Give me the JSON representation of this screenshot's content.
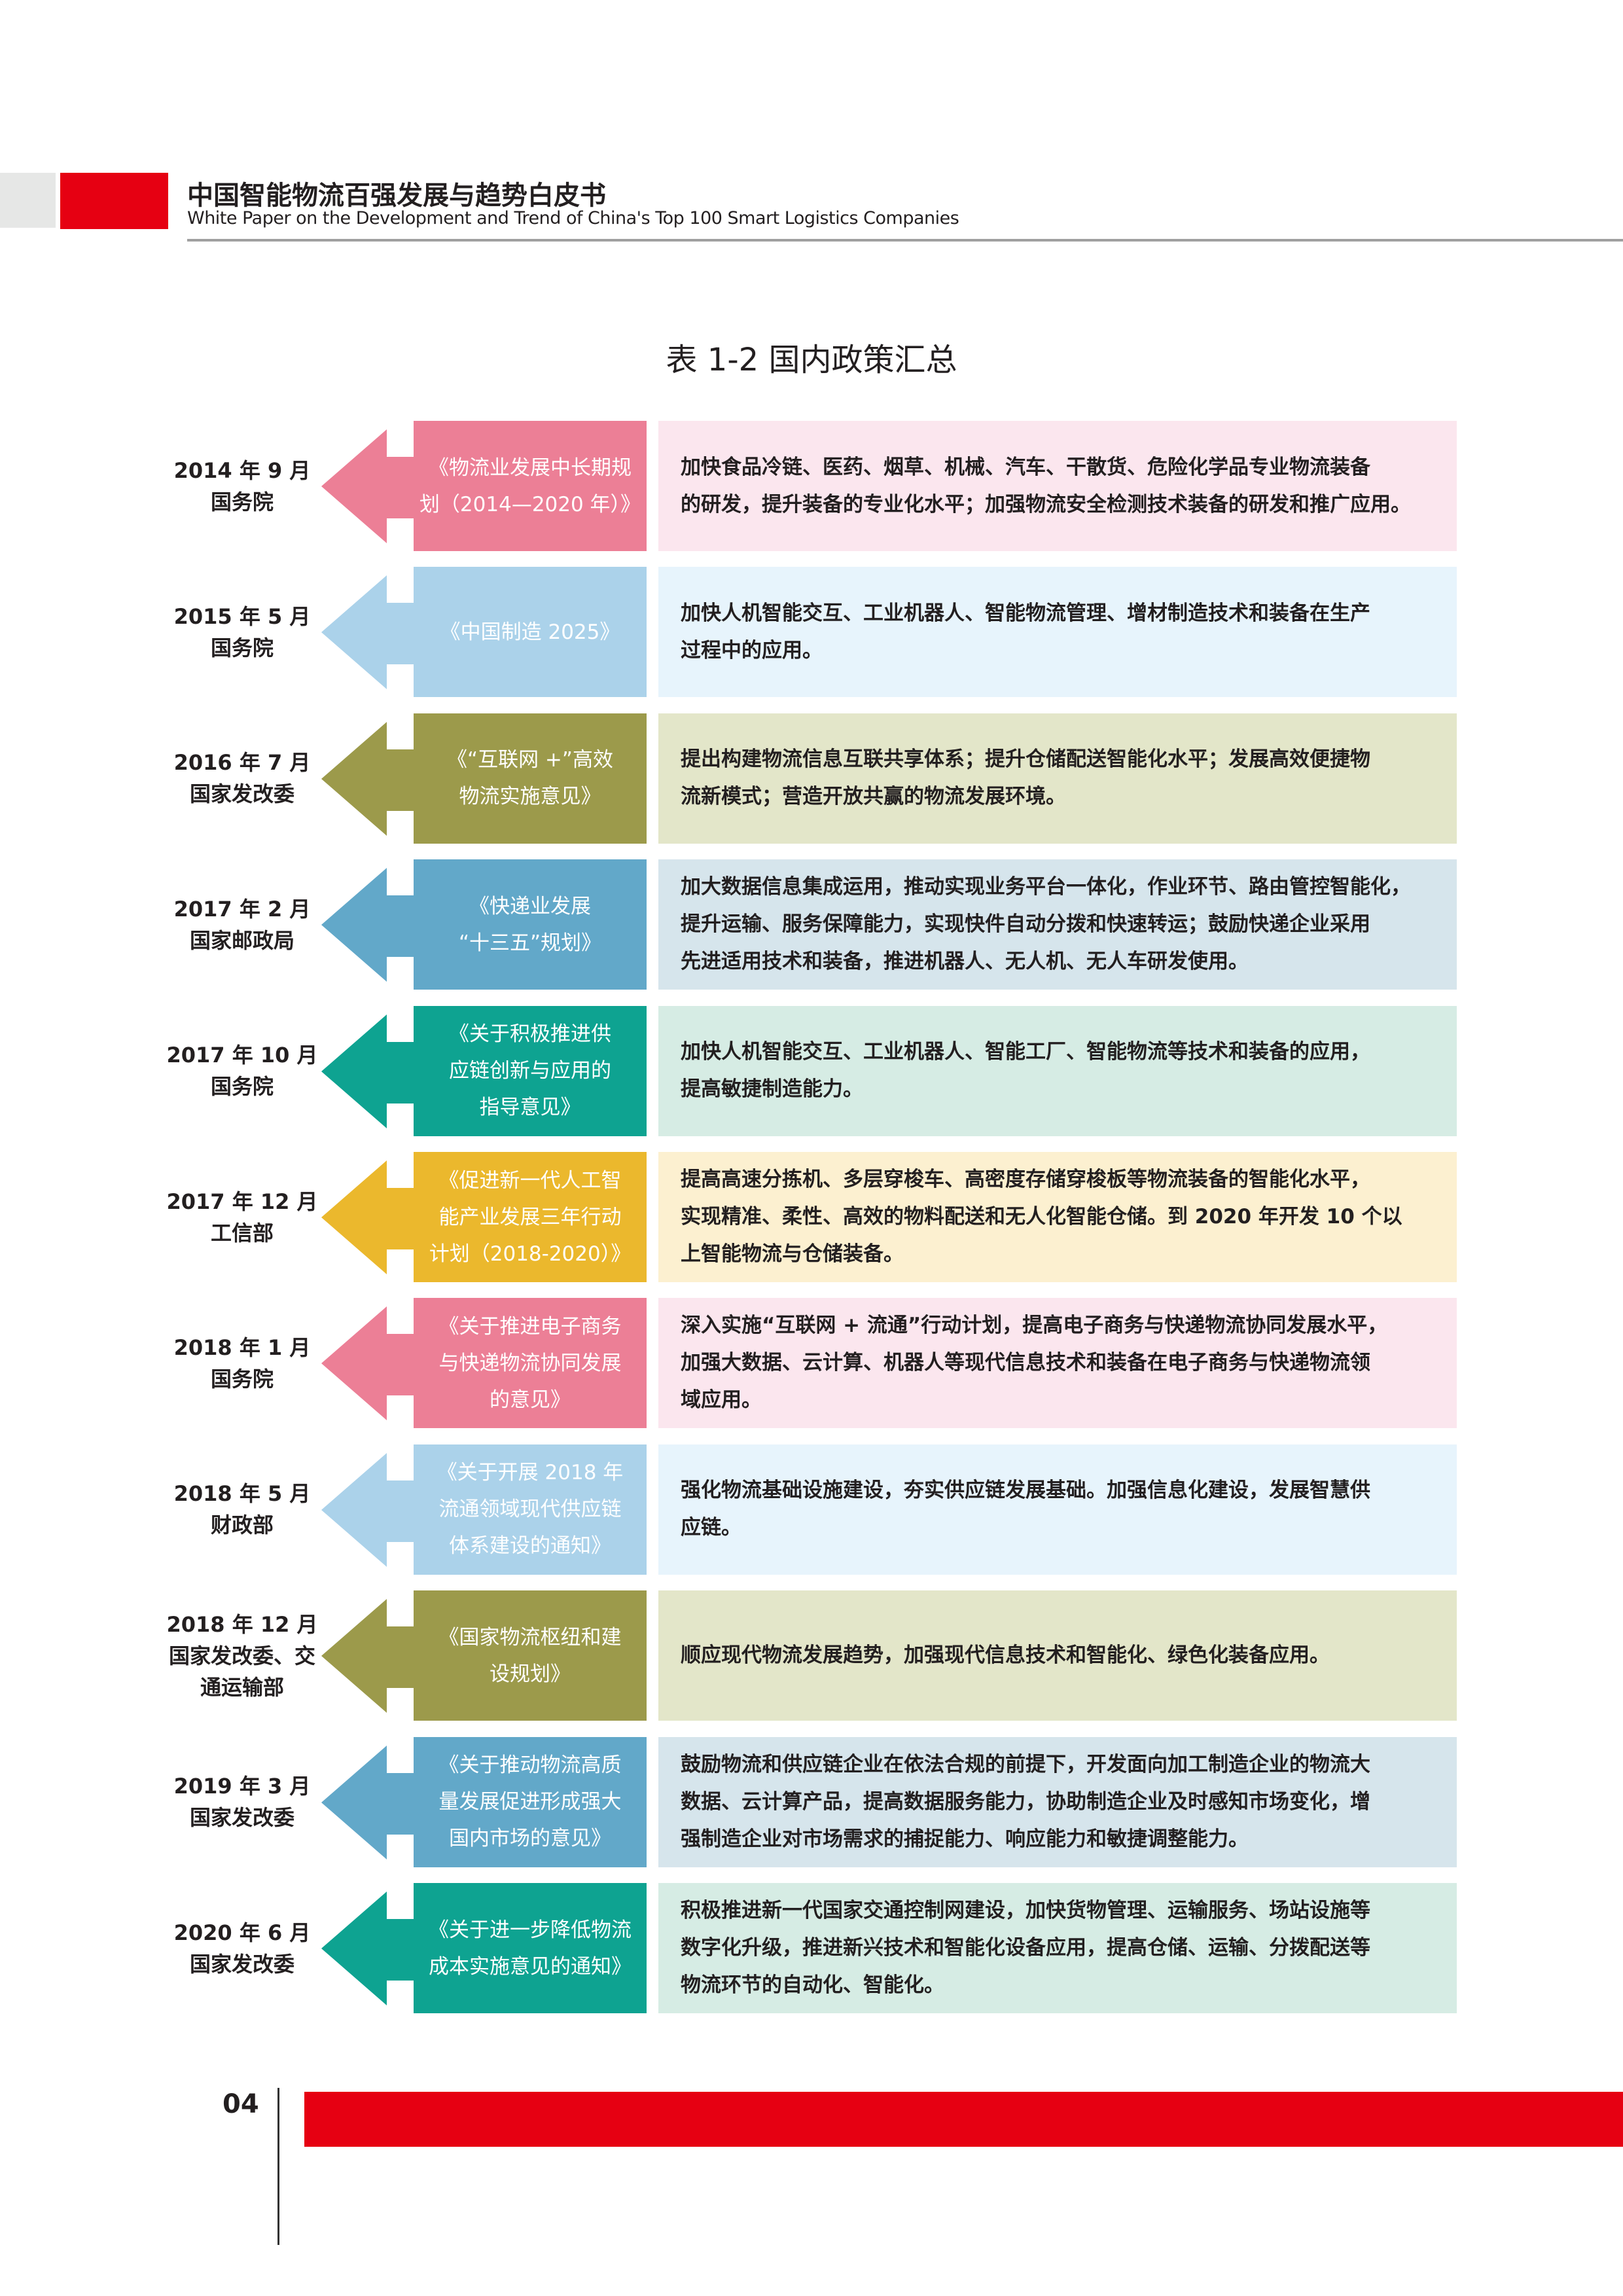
{
  "header": {
    "title": "中国智能物流百强发展与趋势白皮书",
    "subtitle": "White Paper on the Development and Trend of China's Top 100 Smart Logistics Companies",
    "accent_color": "#e60012"
  },
  "table_title": "表 1-2 国内政策汇总",
  "rows": [
    {
      "date": "2014 年 9 月",
      "issuer": "国务院",
      "label": [
        "《物流业发展中长期规",
        "划（2014—2020 年）》"
      ],
      "description": [
        "加快食品冷链、医药、烟草、机械、汽车、干散货、危险化学品专业物流装备",
        "的研发，提升装备的专业化水平；加强物流安全检测技术装备的研发和推广应用。"
      ],
      "color": "#ec7f96",
      "bg": "#fbe6ee"
    },
    {
      "date": "2015 年 5 月",
      "issuer": "国务院",
      "label": [
        "《中国制造 2025》"
      ],
      "description": [
        "加快人机智能交互、工业机器人、智能物流管理、增材制造技术和装备在生产",
        "过程中的应用。"
      ],
      "color": "#abd2ea",
      "bg": "#e7f4fc"
    },
    {
      "date": "2016 年 7 月",
      "issuer": "国家发改委",
      "label": [
        "《“互联网 +”高效",
        "物流实施意见》"
      ],
      "description": [
        "提出构建物流信息互联共享体系；提升仓储配送智能化水平；发展高效便捷物",
        "流新模式；营造开放共赢的物流发展环境。"
      ],
      "color": "#9c9a4b",
      "bg": "#e3e6c9"
    },
    {
      "date": "2017 年 2 月",
      "issuer": "国家邮政局",
      "label": [
        "《快递业发展",
        "“十三五”规划》"
      ],
      "description": [
        "加大数据信息集成运用，推动实现业务平台一体化，作业环节、路由管控智能化，",
        "提升运输、服务保障能力，实现快件自动分拨和快速转运；鼓励快递企业采用",
        "先进适用技术和装备，推进机器人、无人机、无人车研发使用。"
      ],
      "color": "#62a8c9",
      "bg": "#d6e5ec"
    },
    {
      "date": "2017 年 10 月",
      "issuer": "国务院",
      "label": [
        "《关于积极推进供",
        "应链创新与应用的",
        "指导意见》"
      ],
      "description": [
        "加快人机智能交互、工业机器人、智能工厂、智能物流等技术和装备的应用，",
        "提高敏捷制造能力。"
      ],
      "color": "#0ea391",
      "bg": "#d6ece4"
    },
    {
      "date": "2017 年 12 月",
      "issuer": "工信部",
      "label": [
        "《促进新一代人工智",
        "能产业发展三年行动",
        "计划（2018-2020）》"
      ],
      "description": [
        "提高高速分拣机、多层穿梭车、高密度存储穿梭板等物流装备的智能化水平，",
        "实现精准、柔性、高效的物料配送和无人化智能仓储。到 2020 年开发 10 个以",
        "上智能物流与仓储装备。"
      ],
      "color": "#ebb82d",
      "bg": "#fcf0d0"
    },
    {
      "date": "2018 年 1 月",
      "issuer": "国务院",
      "label": [
        "《关于推进电子商务",
        "与快递物流协同发展",
        "的意见》"
      ],
      "description": [
        "深入实施“互联网 + 流通”行动计划，提高电子商务与快递物流协同发展水平，",
        "加强大数据、云计算、机器人等现代信息技术和装备在电子商务与快递物流领",
        "域应用。"
      ],
      "color": "#ec7f96",
      "bg": "#fbe6ee"
    },
    {
      "date": "2018 年 5 月",
      "issuer": "财政部",
      "label": [
        "《关于开展 2018 年",
        "流通领域现代供应链",
        "体系建设的通知》"
      ],
      "description": [
        "强化物流基础设施建设，夯实供应链发展基础。加强信息化建设，发展智慧供",
        "应链。"
      ],
      "color": "#abd2ea",
      "bg": "#e7f4fc"
    },
    {
      "date": "2018 年 12 月",
      "issuer": "国家发改委、交通运输部",
      "label": [
        "《国家物流枢纽和建",
        "设规划》"
      ],
      "description": [
        "顺应现代物流发展趋势，加强现代信息技术和智能化、绿色化装备应用。"
      ],
      "color": "#9c9a4b",
      "bg": "#e3e6c9"
    },
    {
      "date": "2019 年 3 月",
      "issuer": "国家发改委",
      "label": [
        "《关于推动物流高质",
        "量发展促进形成强大",
        "国内市场的意见》"
      ],
      "description": [
        "鼓励物流和供应链企业在依法合规的前提下，开发面向加工制造企业的物流大",
        "数据、云计算产品，提高数据服务能力，协助制造企业及时感知市场变化，增",
        "强制造企业对市场需求的捕捉能力、响应能力和敏捷调整能力。"
      ],
      "color": "#62a8c9",
      "bg": "#d6e5ec"
    },
    {
      "date": "2020 年 6 月",
      "issuer": "国家发改委",
      "label": [
        "《关于进一步降低物流",
        "成本实施意见的通知》"
      ],
      "description": [
        "积极推进新一代国家交通控制网建设，加快货物管理、运输服务、场站设施等",
        "数字化升级，推进新兴技术和智能化设备应用，提高仓储、运输、分拨配送等",
        "物流环节的自动化、智能化。"
      ],
      "color": "#0ea391",
      "bg": "#d6ece4"
    }
  ],
  "footer": {
    "page_number": "04"
  }
}
